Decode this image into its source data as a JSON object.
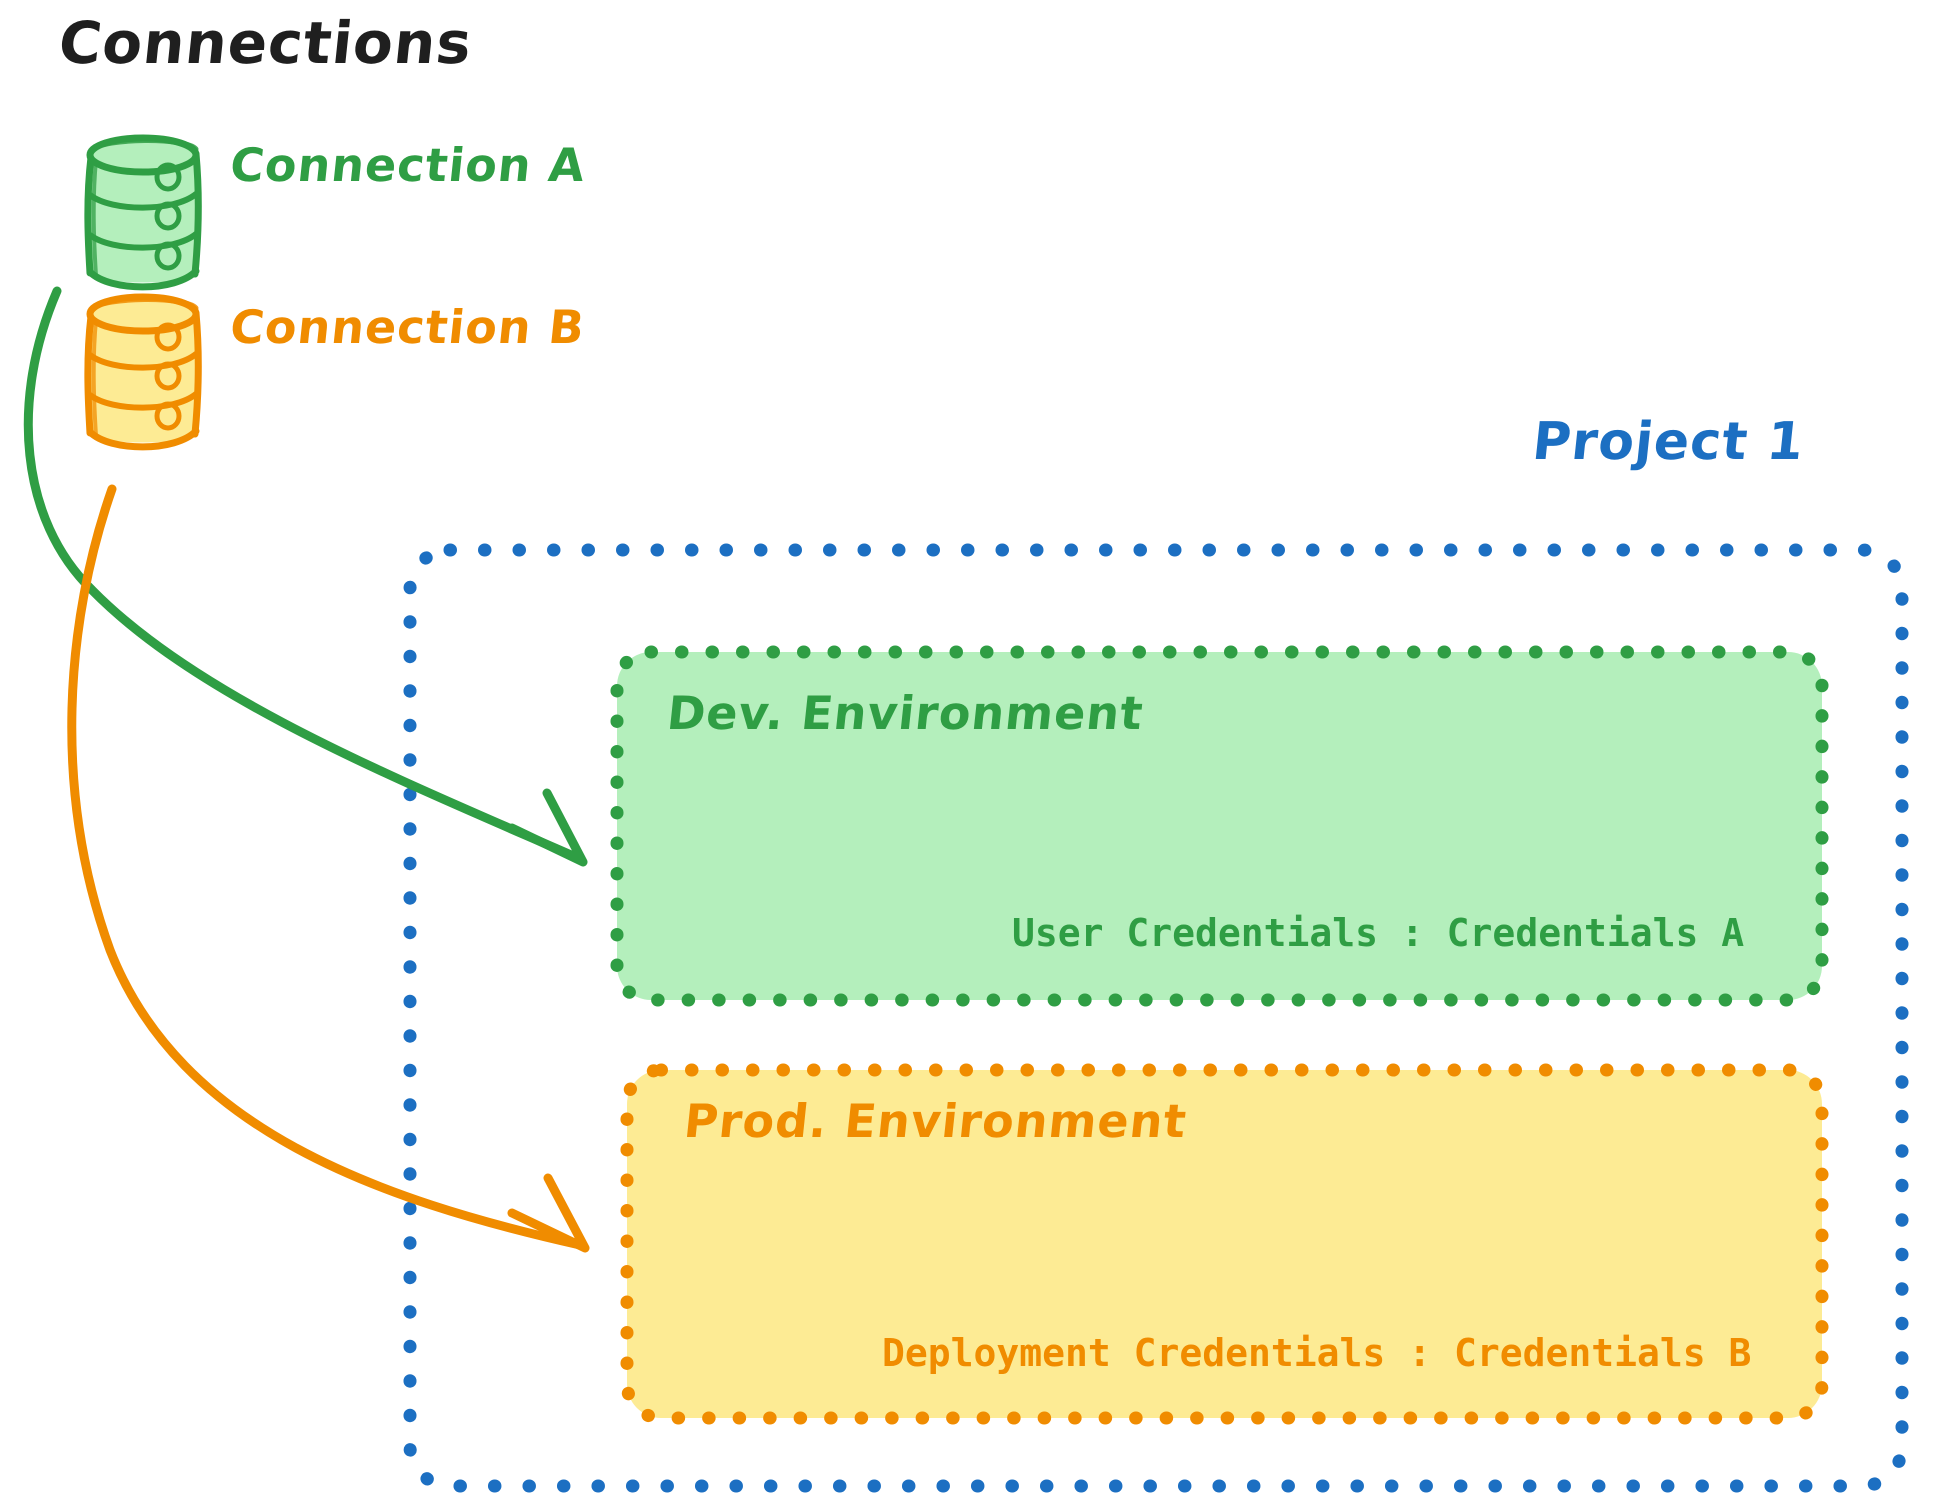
{
  "diagram": {
    "title": "Connections",
    "type": "architecture-diagram"
  },
  "connections": {
    "heading": "Connections",
    "items": [
      {
        "label": "Connection A",
        "icon": "database-cylinder-icon",
        "color": "#2f9e44",
        "fill": "#b4efbc"
      },
      {
        "label": "Connection B",
        "icon": "database-cylinder-icon",
        "color": "#f08c00",
        "fill": "#fdeb94"
      }
    ]
  },
  "project": {
    "title": "Project 1",
    "border_color": "#1c6fc2",
    "environments": [
      {
        "name": "Dev. Environment",
        "credentials_label": "User Credentials",
        "credentials_separator": ":",
        "credentials_value": "Credentials A",
        "credentials_line": "User Credentials : Credentials A",
        "color": "#2f9e44",
        "fill": "#b4efbc"
      },
      {
        "name": "Prod. Environment",
        "credentials_label": "Deployment Credentials",
        "credentials_separator": ":",
        "credentials_value": "Credentials B",
        "credentials_line": "Deployment Credentials : Credentials B",
        "color": "#f08c00",
        "fill": "#fdeb94"
      }
    ]
  },
  "arrows": [
    {
      "from": "Connection A",
      "to": "Dev. Environment",
      "color": "#2f9e44"
    },
    {
      "from": "Connection B",
      "to": "Prod. Environment",
      "color": "#f08c00"
    }
  ],
  "colors": {
    "green_stroke": "#2f9e44",
    "green_fill": "#b4efbc",
    "orange_stroke": "#f08c00",
    "orange_fill": "#fdeb94",
    "blue_stroke": "#1c6fc2",
    "text_dark": "#1f1f1f",
    "background": "#ffffff"
  }
}
